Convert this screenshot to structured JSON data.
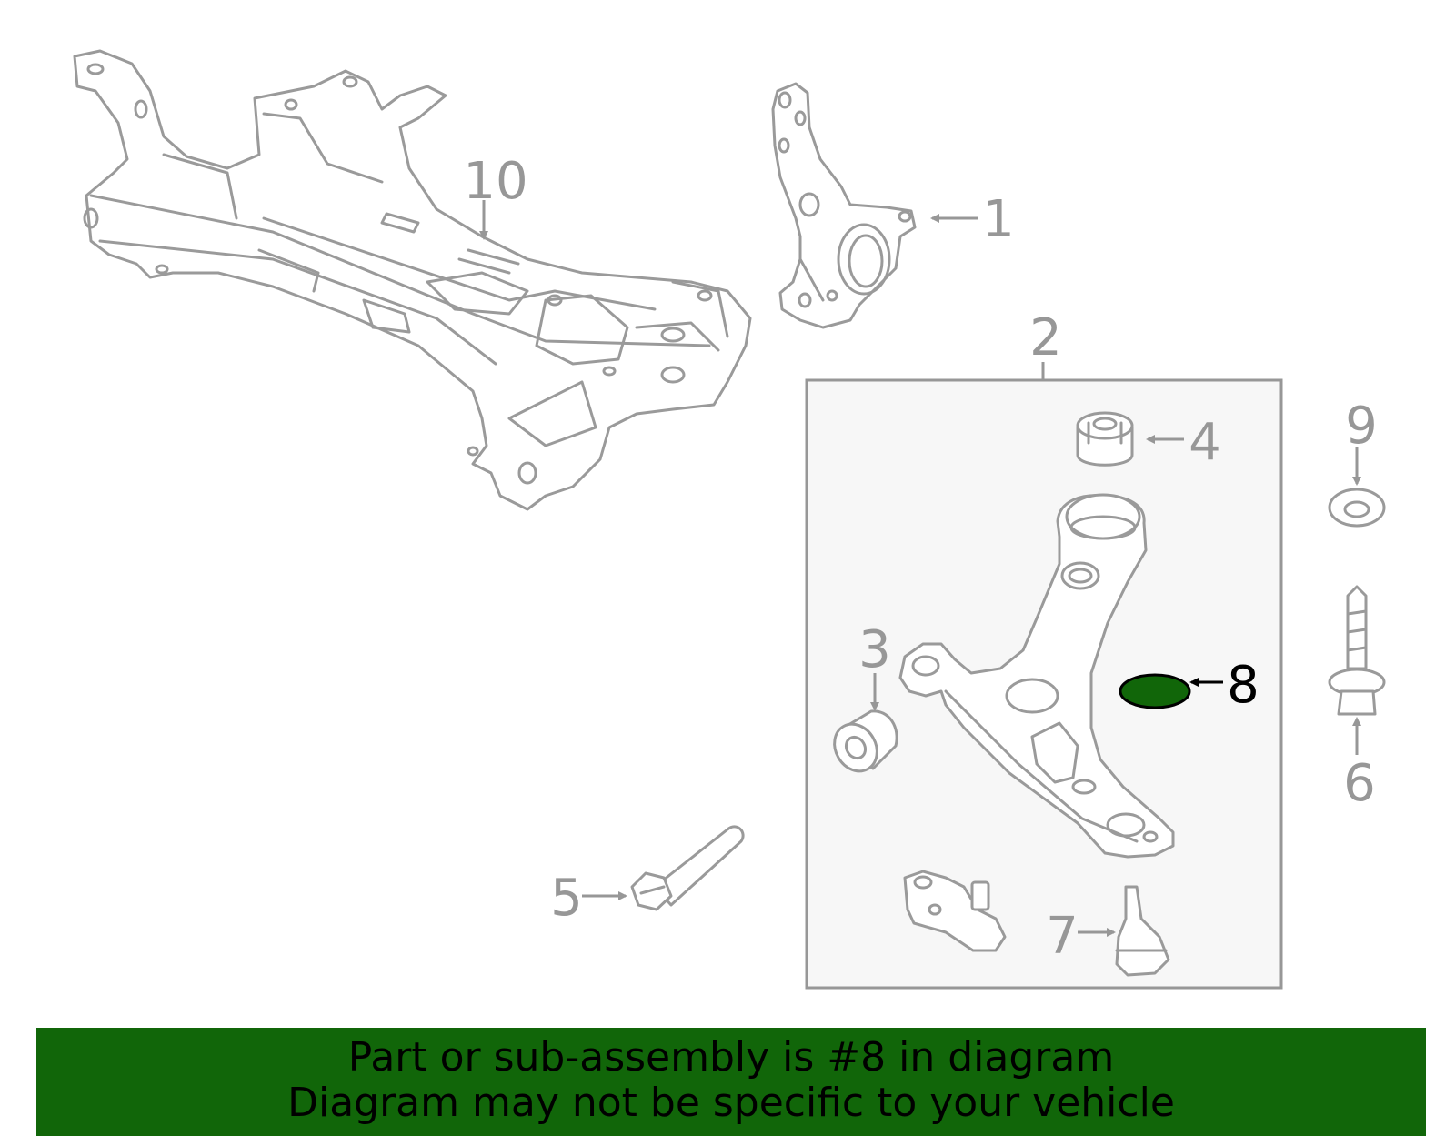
{
  "callouts": {
    "c1": "1",
    "c2": "2",
    "c3": "3",
    "c4": "4",
    "c5": "5",
    "c6": "6",
    "c7": "7",
    "c8": "8",
    "c9": "9",
    "c10": "10"
  },
  "highlight_part": "8",
  "colors": {
    "line_gray": "#9a9a9a",
    "box_fill": "#f7f7f7",
    "highlight_fill": "#116609",
    "banner_bg": "#116609"
  },
  "banner": {
    "line1": "Part or sub-assembly is #8 in diagram",
    "line2": "Diagram may not be specific to your vehicle"
  }
}
